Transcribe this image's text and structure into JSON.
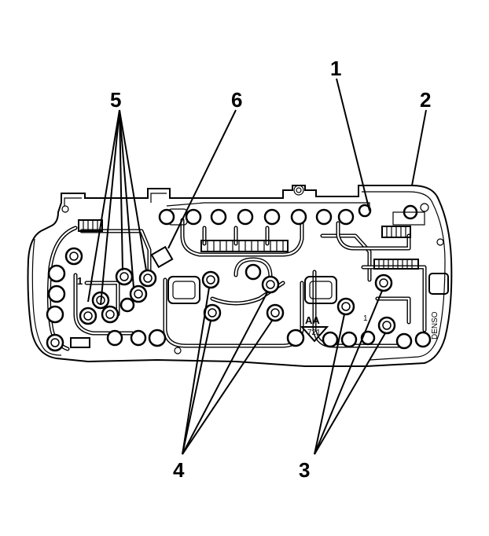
{
  "figure": {
    "type": "instrument-cluster-circuit-board-diagram",
    "callouts": [
      {
        "id": "1",
        "label": "1"
      },
      {
        "id": "2",
        "label": "2"
      },
      {
        "id": "3",
        "label": "3"
      },
      {
        "id": "4",
        "label": "4"
      },
      {
        "id": "5",
        "label": "5"
      },
      {
        "id": "6",
        "label": "6"
      }
    ],
    "board_markings": {
      "code": "AA",
      "number": "721",
      "maker": "DENSO",
      "pin_mark": "1",
      "pin_mark_2": "1"
    }
  }
}
